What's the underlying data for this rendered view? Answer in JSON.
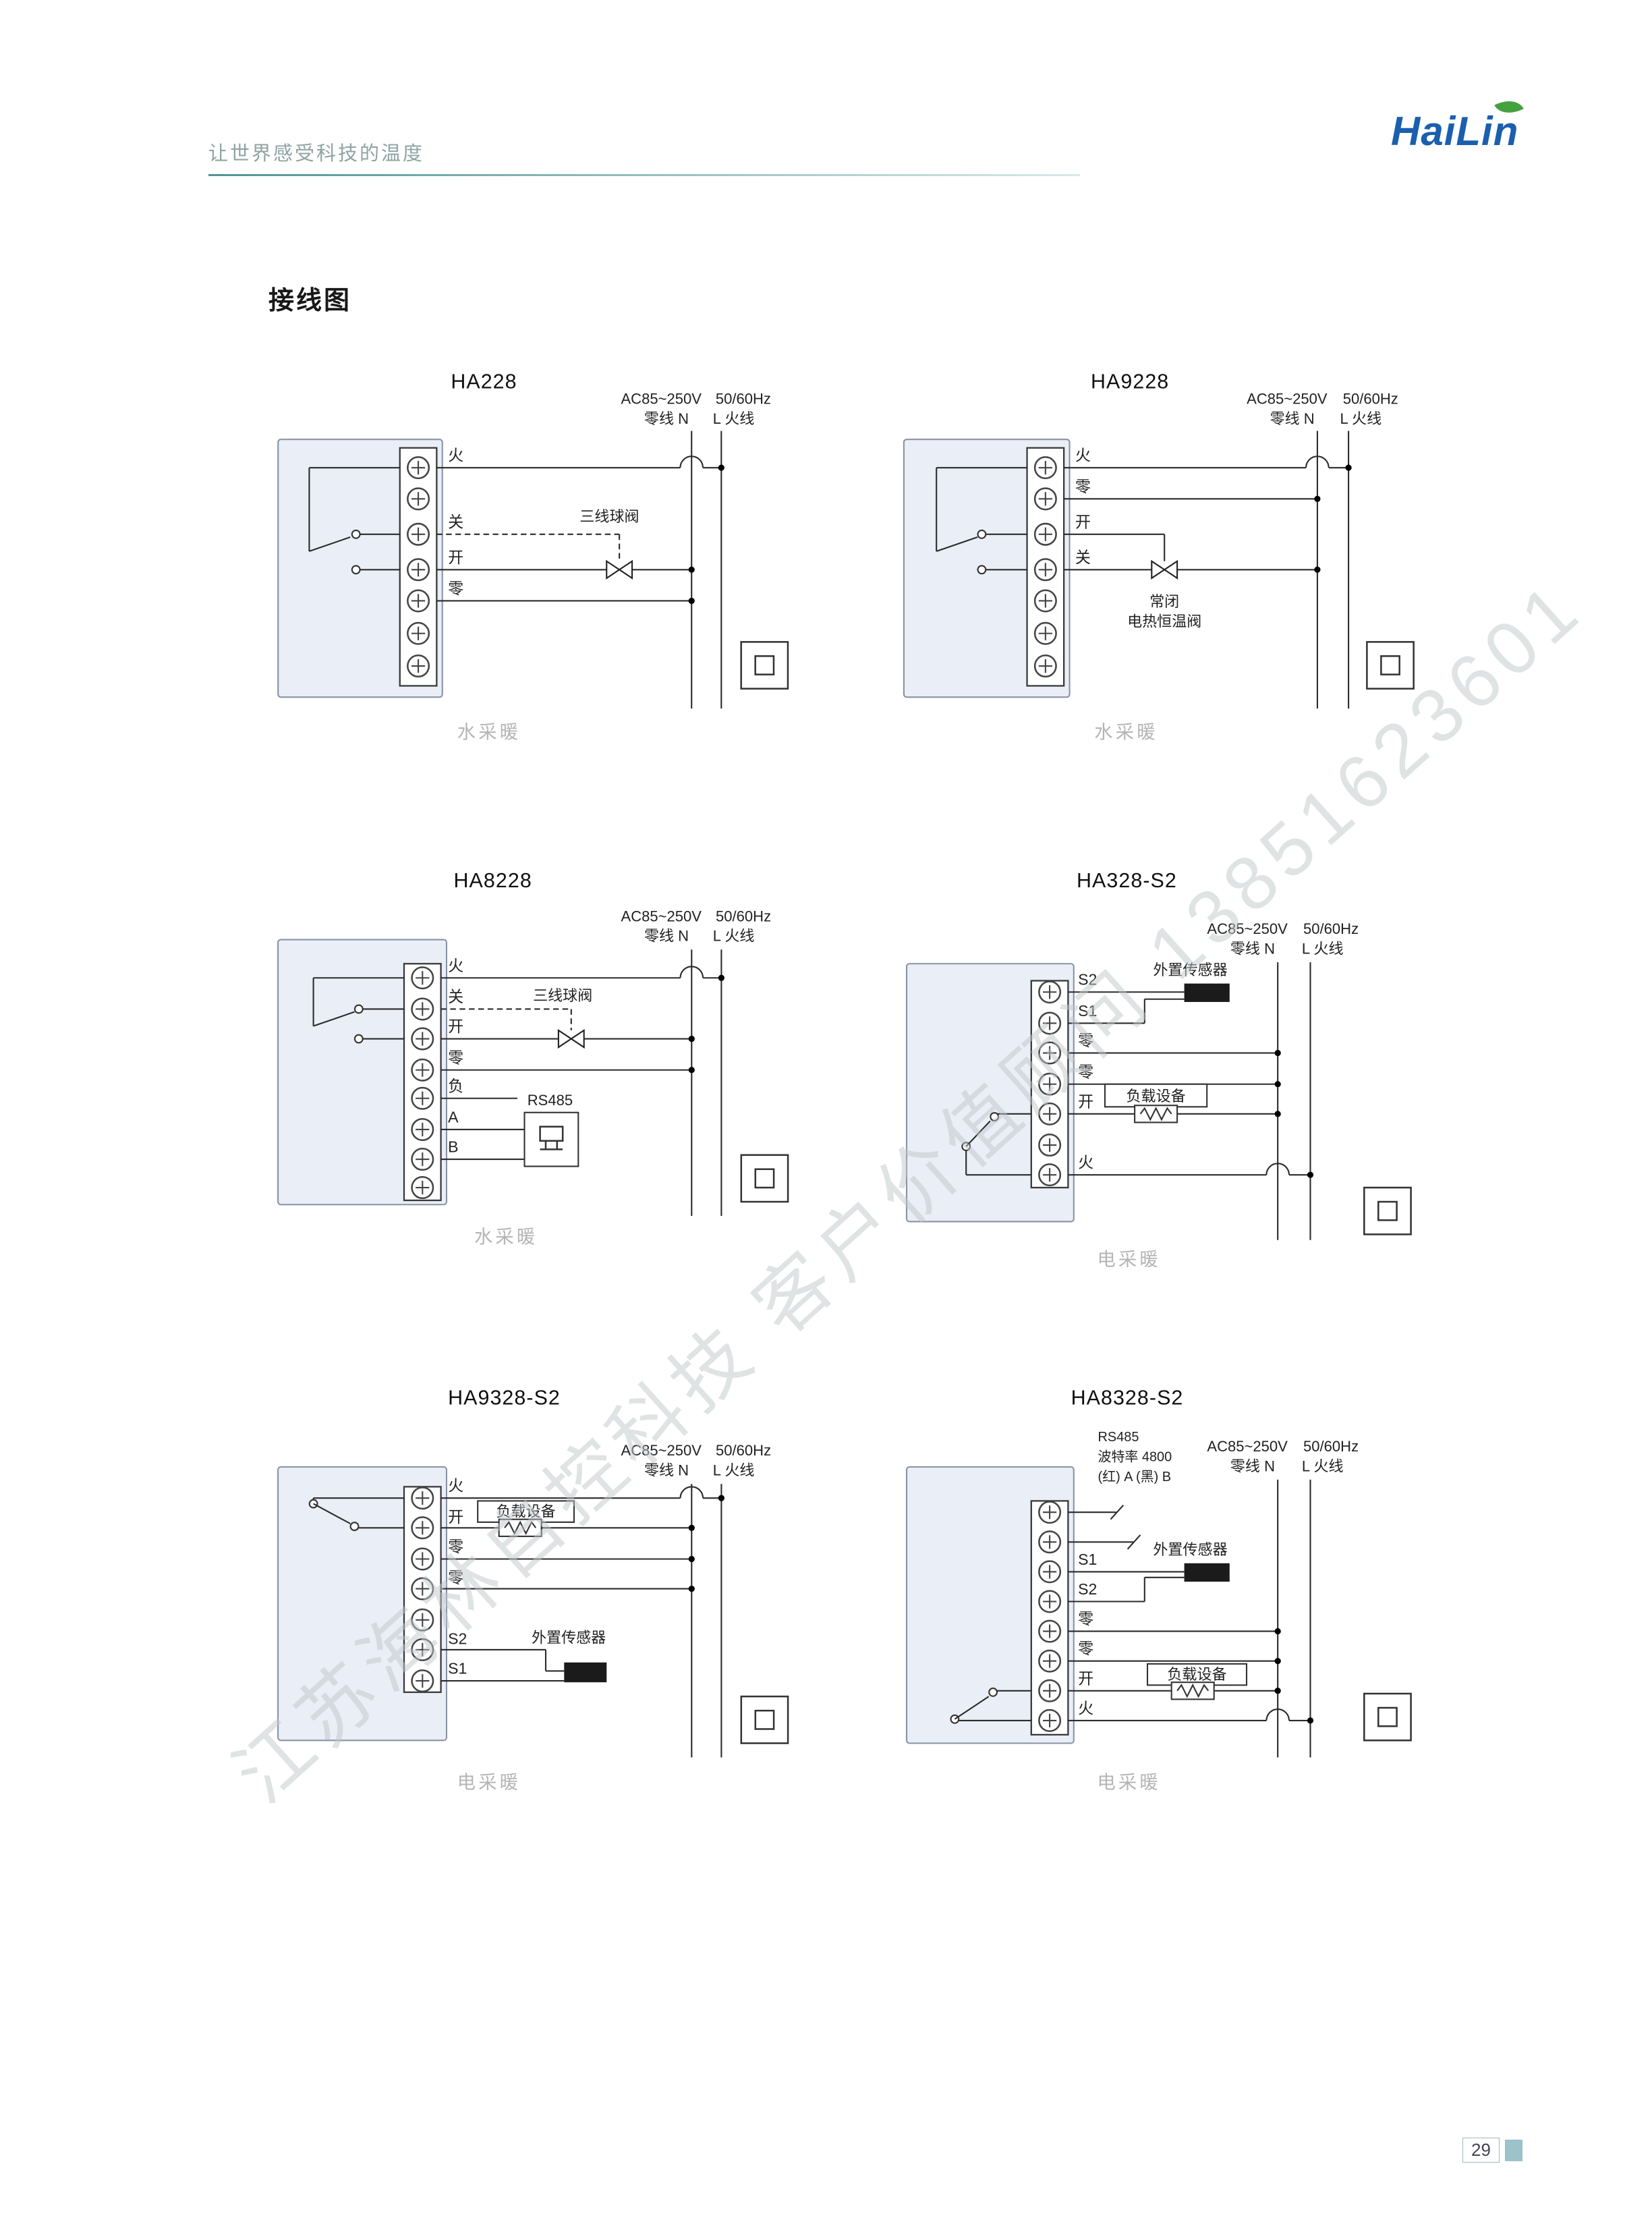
{
  "page": {
    "tagline": "让世界感受科技的温度",
    "brand": "HaiLin",
    "section_title": "接线图",
    "page_number": "29",
    "watermark": "江苏海林自控科技 客户价值顾问 13851623601"
  },
  "power": {
    "voltage": "AC85~250V",
    "frequency": "50/60Hz",
    "neutral": "零线 N",
    "live": "L 火线"
  },
  "diagrams": [
    {
      "model": "HA228",
      "caption": "水采暖",
      "terminals": [
        "火",
        "关",
        "开",
        "零"
      ],
      "component": "三线球阀"
    },
    {
      "model": "HA9228",
      "caption": "水采暖",
      "terminals": [
        "火",
        "零",
        "开",
        "关"
      ],
      "component_line1": "常闭",
      "component_line2": "电热恒温阀"
    },
    {
      "model": "HA8228",
      "caption": "水采暖",
      "terminals": [
        "火",
        "关",
        "开",
        "零",
        "负",
        "A",
        "B"
      ],
      "component": "三线球阀",
      "rs485_label": "RS485"
    },
    {
      "model": "HA328-S2",
      "caption": "电采暖",
      "terminals": [
        "S2",
        "S1",
        "零",
        "零",
        "开",
        "火"
      ],
      "sensor_label": "外置传感器",
      "load_label": "负载设备"
    },
    {
      "model": "HA9328-S2",
      "caption": "电采暖",
      "terminals": [
        "火",
        "开",
        "零",
        "零",
        "S2",
        "S1"
      ],
      "sensor_label": "外置传感器",
      "load_label": "负载设备"
    },
    {
      "model": "HA8328-S2",
      "caption": "电采暖",
      "terminals": [
        "S1",
        "S2",
        "零",
        "零",
        "开",
        "火"
      ],
      "sensor_label": "外置传感器",
      "load_label": "负载设备",
      "rs485_title": "RS485",
      "rs485_baud": "波特率 4800",
      "rs485_pins": "(红) A (黑) B"
    }
  ]
}
